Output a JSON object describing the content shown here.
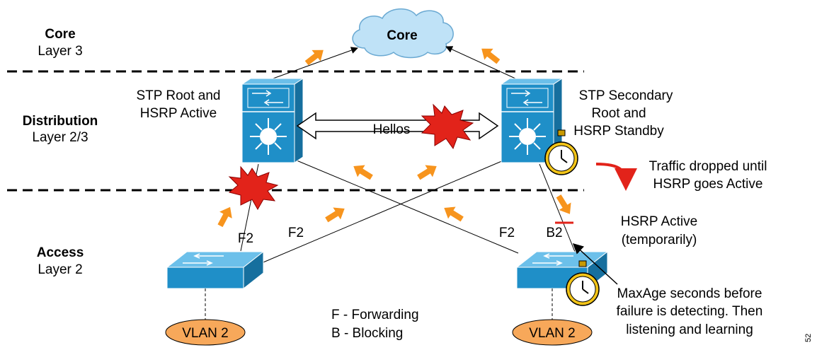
{
  "layers": {
    "core": {
      "name": "Core",
      "sub": "Layer 3"
    },
    "distribution": {
      "name": "Distribution",
      "sub": "Layer 2/3"
    },
    "access": {
      "name": "Access",
      "sub": "Layer 2"
    }
  },
  "core_cloud": {
    "label": "Core"
  },
  "left_distribution": {
    "line1": "STP Root and",
    "line2": "HSRP Active"
  },
  "right_distribution": {
    "line1": "STP Secondary",
    "line2": "Root  and",
    "line3": "HSRP Standby"
  },
  "hellos_label": "Hellos",
  "traffic_note": {
    "line1": "Traffic dropped until",
    "line2": "HSRP goes Active"
  },
  "hsrp_active_note": {
    "line1": "HSRP Active",
    "line2": "(temporarily)"
  },
  "port_labels": {
    "left_up": "F2",
    "left_cross": "F2",
    "right_cross": "F2",
    "right_up": "B2"
  },
  "maxage_note": {
    "line1": "MaxAge seconds before",
    "line2": "failure is detecting. Then",
    "line3": "listening and learning"
  },
  "legend": {
    "forwarding": "F - Forwarding",
    "blocking": "B - Blocking"
  },
  "vlans": {
    "left": "VLAN 2",
    "right": "VLAN 2"
  },
  "figure_id": "52",
  "colors": {
    "switch_blue": "#1f8fc8",
    "arrow_orange": "#f7941d",
    "burst_red": "#e2231a",
    "vlan_orange": "#f7a85a",
    "cloud_blue": "#bfe2f7",
    "stopwatch_gold": "#f2c418"
  }
}
